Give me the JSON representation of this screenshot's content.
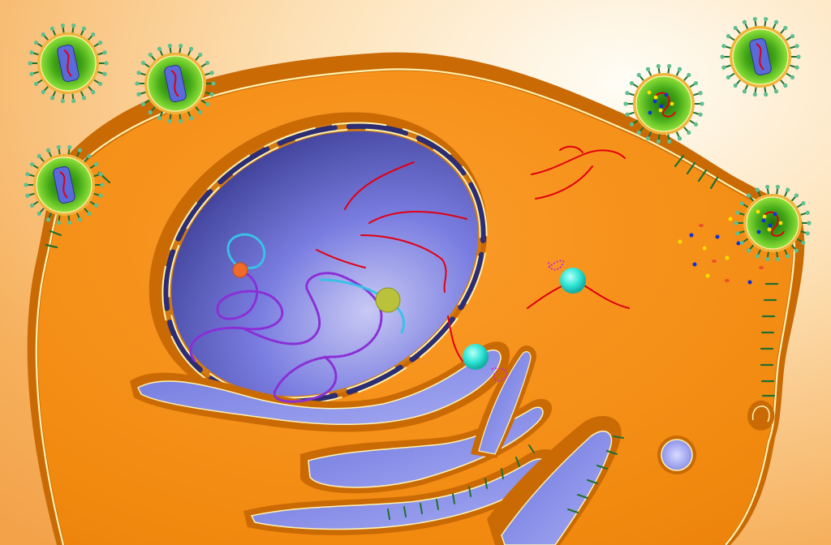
{
  "scene": {
    "colors": {
      "background_light": "#fff6e6",
      "background_warm": "#f7b866",
      "cytoplasm": "#f28a10",
      "cytoplasm_light": "#f8a63a",
      "membrane_edge": "#c86400",
      "membrane_line": "#fff2b0",
      "nucleoplasm": "#6c6fd6",
      "nucleoplasm_dark": "#3d3f9a",
      "er_lumen": "#7f87e6",
      "virus_body": "#6fcf2f",
      "virus_core": "#2f7f12",
      "spike": "#1f6f2f",
      "rna": "#e10010",
      "dna_a": "#8a2fd6",
      "dna_b": "#39c1e6",
      "ribosome": "#2ee6d6",
      "protein_loop": "#cc2fc8"
    },
    "elements": [
      "influenza-virion",
      "host-cell",
      "plasma-membrane",
      "nucleus",
      "nuclear-envelope",
      "endoplasmic-reticulum",
      "viral-rna",
      "host-dna",
      "ribosome",
      "budding-virion",
      "endocytic-vesicle"
    ]
  }
}
